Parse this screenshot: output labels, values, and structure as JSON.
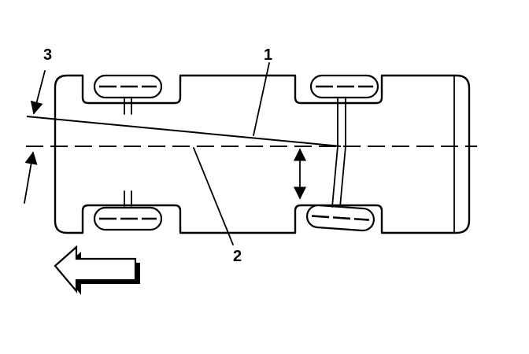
{
  "figure": {
    "callouts": [
      {
        "id": "1",
        "label": "1"
      },
      {
        "id": "2",
        "label": "2"
      },
      {
        "id": "3",
        "label": "3"
      }
    ],
    "icons": {
      "direction_arrow": "left-arrow-icon"
    }
  }
}
